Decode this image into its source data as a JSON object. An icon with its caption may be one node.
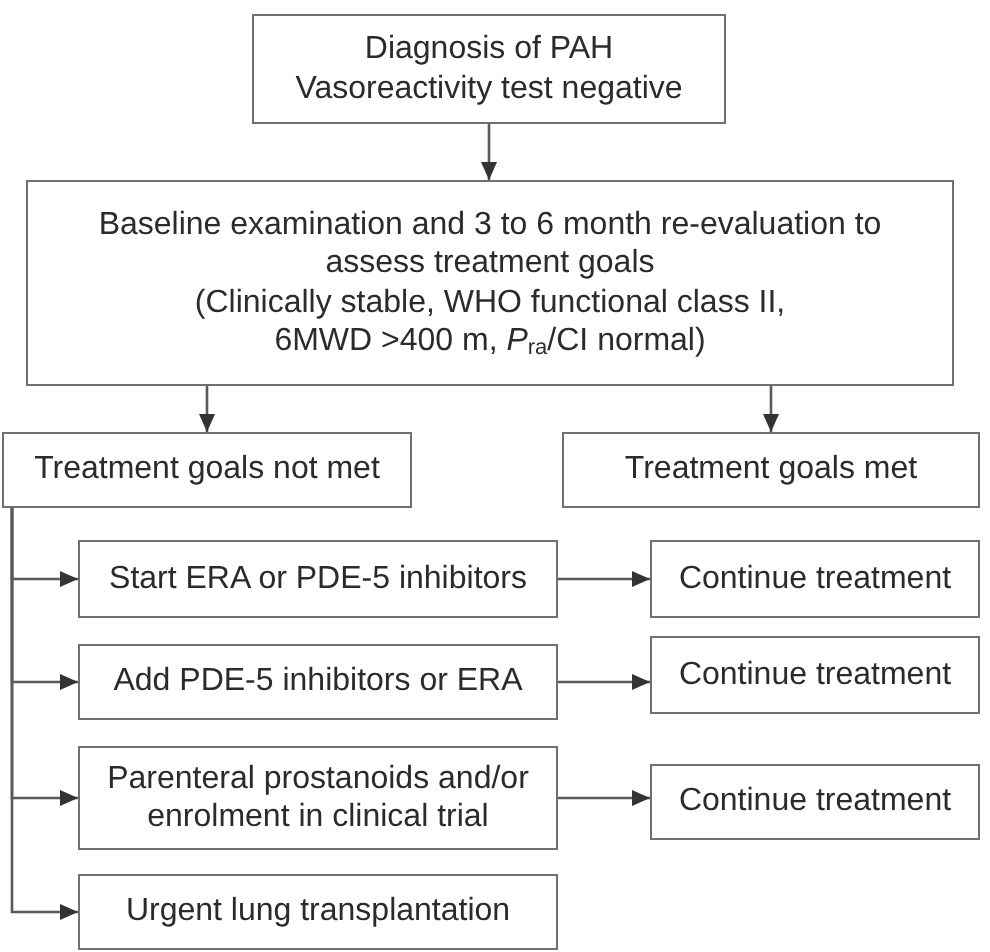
{
  "diagram": {
    "nodes": [
      {
        "text": [
          "Diagnosis of PAH",
          "Vasoreactivity test negative"
        ]
      },
      {
        "text": [
          "Baseline examination and 3 to 6 month re-evaluation to assess treatment goals",
          "(Clinically stable, WHO functional class II, 6MWD >400 m, *P*$_{ra}$/CI normal)"
        ]
      },
      {
        "text": [
          "Treatment goals not met"
        ]
      },
      {
        "text": [
          "Treatment goals met"
        ]
      },
      {
        "text": [
          "Start ERA or PDE-5 inhibitors"
        ]
      },
      {
        "text": [
          "Continue treatment"
        ]
      },
      {
        "text": [
          "Add PDE-5 inhibitors or ERA"
        ]
      },
      {
        "text": [
          "Continue treatment"
        ]
      },
      {
        "text": [
          "Parenteral prostanoids and/or enrolment in clinical trial"
        ]
      },
      {
        "text": [
          "Continue treatment"
        ]
      },
      {
        "text": [
          "Urgent lung transplantation"
        ]
      }
    ],
    "edges": [
      {
        "from": 0,
        "to": 1,
        "arrow": "to"
      },
      {
        "from": 1,
        "to": 2,
        "arrow": "to"
      },
      {
        "from": 1,
        "to": 3,
        "arrow": "to"
      },
      {
        "from": 2,
        "to": 4,
        "arrow": "to"
      },
      {
        "from": 2,
        "to": 6,
        "arrow": "to"
      },
      {
        "from": 2,
        "to": 8,
        "arrow": "to"
      },
      {
        "from": 2,
        "to": 10,
        "arrow": "to"
      },
      {
        "from": 4,
        "to": 5,
        "arrow": "to"
      },
      {
        "from": 6,
        "to": 7,
        "arrow": "to"
      },
      {
        "from": 8,
        "to": 9,
        "arrow": "to"
      }
    ]
  }
}
